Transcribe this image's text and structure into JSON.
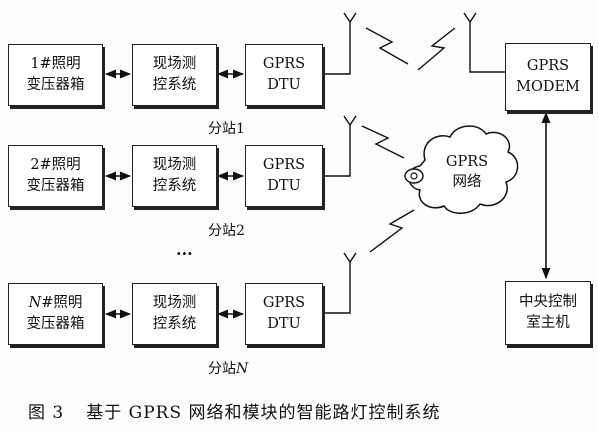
{
  "stations": [
    {
      "transformer": [
        "1#照明",
        "变压器箱"
      ],
      "transformer_prefix_italic": false,
      "control": [
        "现场测",
        "控系统"
      ],
      "dtu": [
        "GPRS",
        "DTU"
      ],
      "label": "分站1",
      "label_prefix": "分站",
      "label_suffix": "1"
    },
    {
      "transformer": [
        "2#照明",
        "变压器箱"
      ],
      "transformer_prefix_italic": false,
      "control": [
        "现场测",
        "控系统"
      ],
      "dtu": [
        "GPRS",
        "DTU"
      ],
      "label": "分站2",
      "label_prefix": "分站",
      "label_suffix": "2"
    },
    {
      "transformer_italic_prefix": "N",
      "transformer": [
        "#照明",
        "变压器箱"
      ],
      "transformer_prefix_italic": true,
      "control": [
        "现场测",
        "控系统"
      ],
      "dtu": [
        "GPRS",
        "DTU"
      ],
      "label": "分站N",
      "label_prefix": "分站",
      "label_suffix": "N"
    }
  ],
  "ellipsis": "···",
  "cloud": [
    "GPRS",
    "网络"
  ],
  "modem": [
    "GPRS",
    "MODEM"
  ],
  "center": [
    "中央控制",
    "室主机"
  ],
  "caption": {
    "figure": "图 3",
    "title": "基于 GPRS 网络和模块的智能路灯控制系统"
  }
}
